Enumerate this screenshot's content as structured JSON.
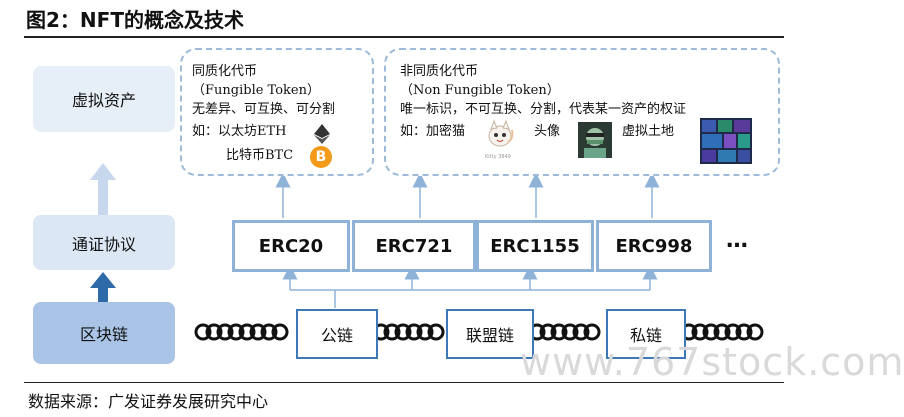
{
  "title": "图2：NFT的概念及技术",
  "left_column": {
    "asset": "虚拟资产",
    "protocol": "通证协议",
    "blockchain": "区块链"
  },
  "fungible": {
    "line1": "同质化代币",
    "line2": "（Fungible Token）",
    "line3": "无差异、可互换、可分割",
    "example_prefix": "如：以太坊ETH",
    "example_btc": "比特币BTC",
    "btc_symbol": "B"
  },
  "non_fungible": {
    "line1": "非同质化代币",
    "line2": "（Non Fungible Token）",
    "line3": "唯一标识，不可互换、分割，代表某一资产的权证",
    "example_prefix": "如：加密猫",
    "example_avatar": "头像",
    "example_land": "虚拟土地",
    "cat_caption": "Kitty 3849"
  },
  "erc_standards": [
    "ERC20",
    "ERC721",
    "ERC1155",
    "ERC998"
  ],
  "erc_more": "…",
  "chains": {
    "public": "公链",
    "consortium": "联盟链",
    "private": "私链"
  },
  "source": "数据来源：广发证券发展研究中心",
  "watermark": "www.767stock.com",
  "colors": {
    "arrow": "#8fb3d8",
    "chain_icon": "#111111",
    "chain_box_border": "#3d78b8",
    "btc": "#f39a1a"
  }
}
